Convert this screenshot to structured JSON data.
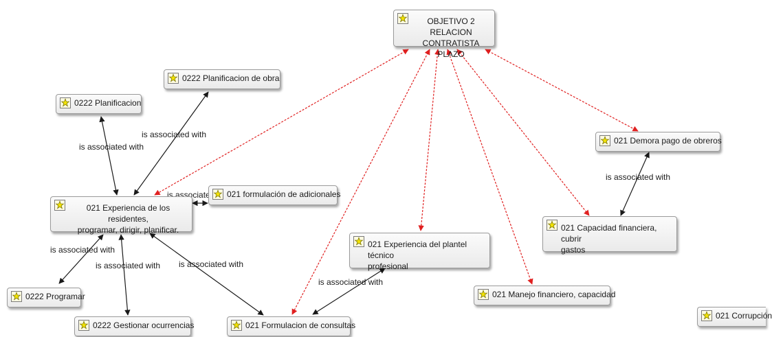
{
  "nodes": [
    {
      "id": "objetivo",
      "label": "OBJETIVO 2 RELACION\nCONTRATISTA PLAZO"
    },
    {
      "id": "planif-obra",
      "label": "0222 Planificacion de obra"
    },
    {
      "id": "planificacion",
      "label": "0222 Planificacion"
    },
    {
      "id": "experiencia-residentes",
      "label": "021 Experiencia de los residentes,\nprogramar, dirigir, planificar."
    },
    {
      "id": "formulacion-adicionales",
      "label": "021 formulación de adicionales"
    },
    {
      "id": "demora-pago",
      "label": "021 Demora pago de obreros"
    },
    {
      "id": "capacidad-financiera",
      "label": "021 Capacidad financiera, cubrir\ngastos"
    },
    {
      "id": "experiencia-plantel",
      "label": "021 Experiencia del plantel técnico\nprofesional"
    },
    {
      "id": "manejo-financiero",
      "label": "021 Manejo financiero, capacidad"
    },
    {
      "id": "programar",
      "label": "0222 Programar"
    },
    {
      "id": "gestionar",
      "label": "0222 Gestionar ocurrencias"
    },
    {
      "id": "formulacion-consultas",
      "label": "021 Formulacion de consultas"
    },
    {
      "id": "corrupcion",
      "label": "021 Corrupción"
    }
  ],
  "edge_labels": {
    "l1": "is associated with",
    "l2": "is associated with",
    "l3": "is associated",
    "l4": "is associated with",
    "l5": "is associated with",
    "l6": "is associated with",
    "l7": "is associated with",
    "l8": "is associated with"
  },
  "colors": {
    "association_line": "#1a1a1a",
    "objective_link": "#e02020",
    "icon_fill": "#f2e200"
  },
  "icon": "code-node-icon"
}
